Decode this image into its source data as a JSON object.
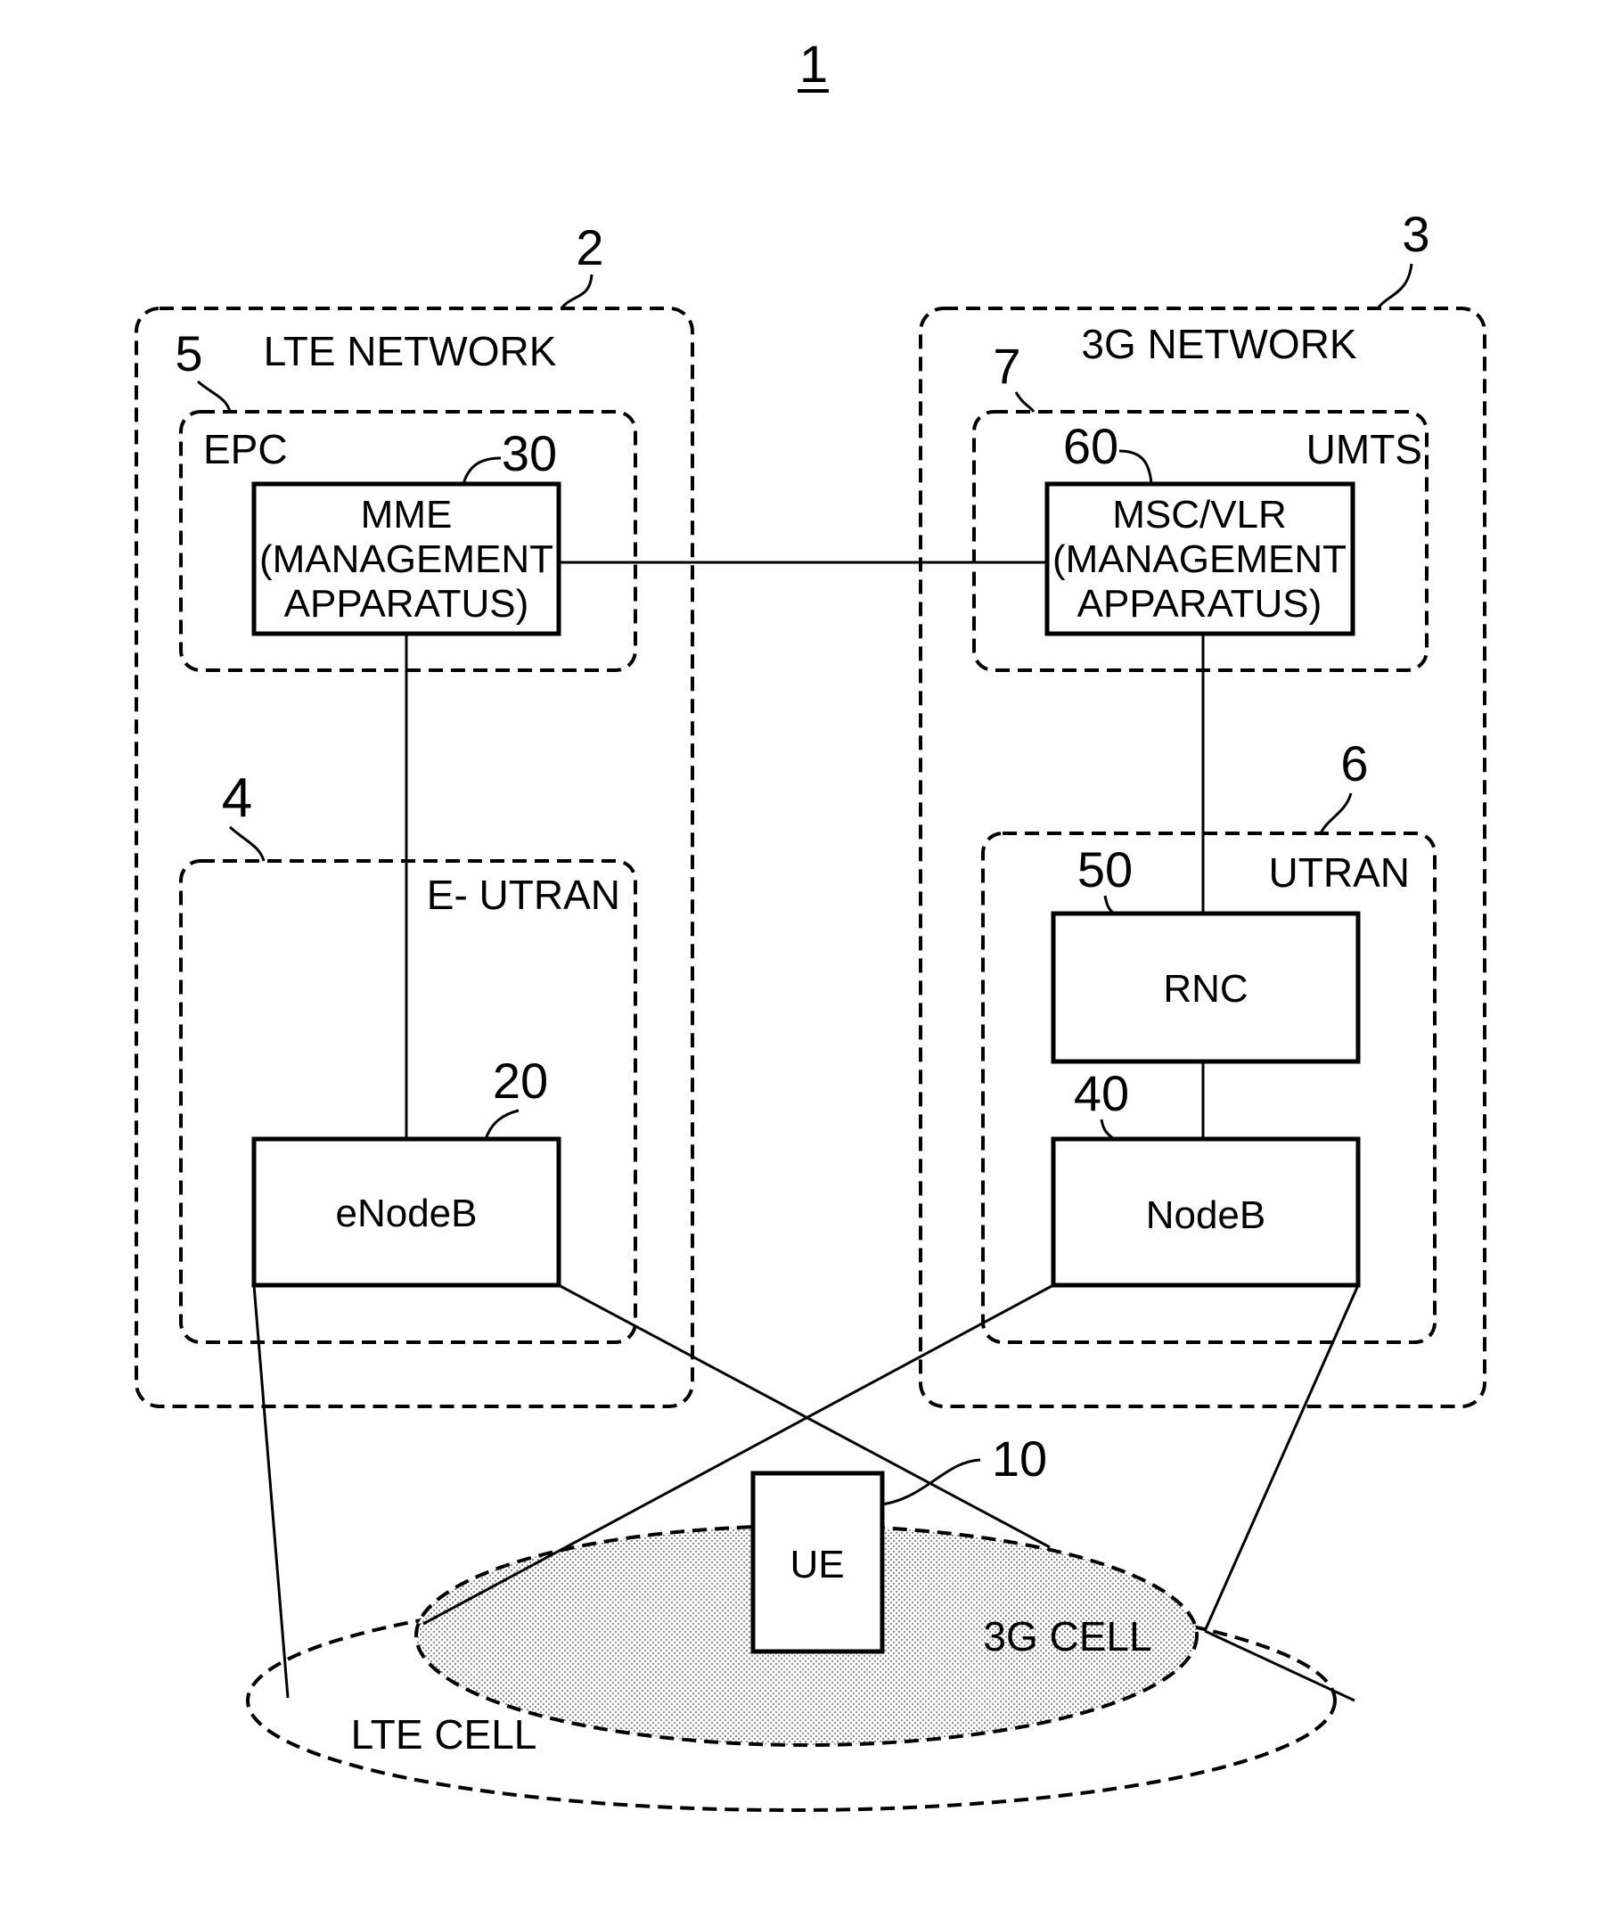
{
  "figure_number": "1",
  "lte_network": {
    "ref": "2",
    "title": "LTE NETWORK",
    "epc": {
      "ref": "5",
      "title": "EPC",
      "mme": {
        "ref": "30",
        "lines": [
          "MME",
          "(MANAGEMENT",
          "APPARATUS)"
        ]
      }
    },
    "eutran": {
      "ref": "4",
      "title": "E- UTRAN",
      "enodeb": {
        "ref": "20",
        "label": "eNodeB"
      }
    }
  },
  "network_3g": {
    "ref": "3",
    "title": "3G NETWORK",
    "umts": {
      "ref": "7",
      "title": "UMTS",
      "msc": {
        "ref": "60",
        "lines": [
          "MSC/VLR",
          "(MANAGEMENT",
          "APPARATUS)"
        ]
      }
    },
    "utran": {
      "ref": "6",
      "title": "UTRAN",
      "rnc": {
        "ref": "50",
        "label": "RNC"
      },
      "nodeb": {
        "ref": "40",
        "label": "NodeB"
      }
    }
  },
  "ue": {
    "ref": "10",
    "label": "UE"
  },
  "cells": {
    "lte_cell": "LTE CELL",
    "cell_3g": "3G CELL"
  }
}
